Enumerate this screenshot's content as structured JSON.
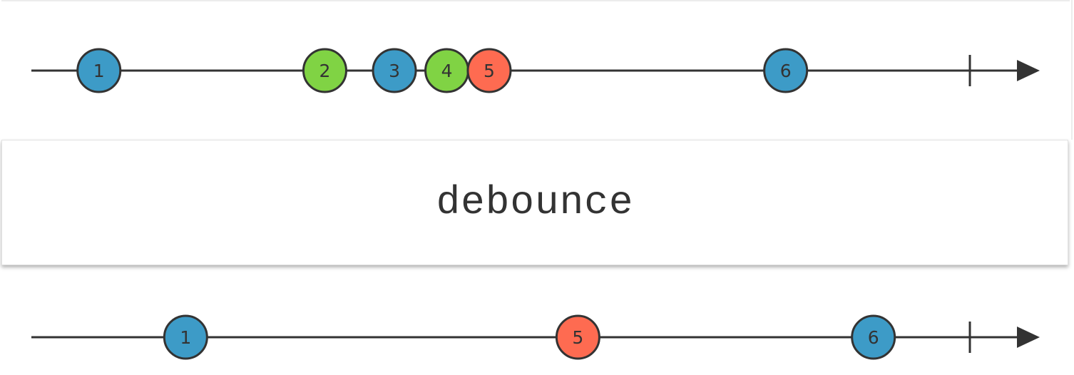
{
  "operator": {
    "name": "debounce"
  },
  "colors": {
    "line": "#333333",
    "blue": "#3d9bc7",
    "green": "#80d344",
    "red": "#fe6b51"
  },
  "input_stream": {
    "completed": true,
    "events": [
      {
        "label": "1",
        "t": 0.067,
        "color": "blue"
      },
      {
        "label": "2",
        "t": 0.291,
        "color": "green"
      },
      {
        "label": "3",
        "t": 0.36,
        "color": "blue"
      },
      {
        "label": "4",
        "t": 0.412,
        "color": "green"
      },
      {
        "label": "5",
        "t": 0.454,
        "color": "red"
      },
      {
        "label": "6",
        "t": 0.748,
        "color": "blue"
      }
    ]
  },
  "output_stream": {
    "completed": true,
    "events": [
      {
        "label": "1",
        "t": 0.153,
        "color": "blue"
      },
      {
        "label": "5",
        "t": 0.542,
        "color": "red"
      },
      {
        "label": "6",
        "t": 0.835,
        "color": "blue"
      }
    ]
  }
}
